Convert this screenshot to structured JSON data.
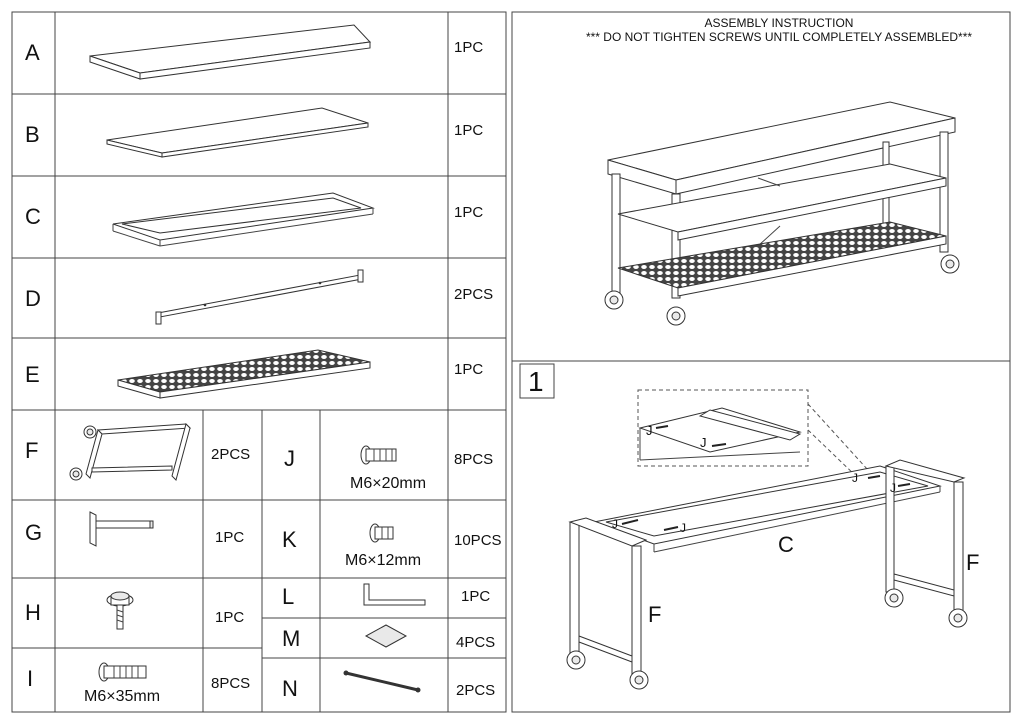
{
  "header": {
    "title": "ASSEMBLY INSTRUCTION",
    "warning": "*** DO NOT TIGHTEN SCREWS UNTIL COMPLETELY ASSEMBLED***"
  },
  "parts": [
    {
      "letter": "A",
      "qty": "1PC"
    },
    {
      "letter": "B",
      "qty": "1PC"
    },
    {
      "letter": "C",
      "qty": "1PC"
    },
    {
      "letter": "D",
      "qty": "2PCS"
    },
    {
      "letter": "E",
      "qty": "1PC"
    },
    {
      "letter": "F",
      "qty": "2PCS"
    },
    {
      "letter": "G",
      "qty": "1PC"
    },
    {
      "letter": "H",
      "qty": "1PC"
    },
    {
      "letter": "I",
      "qty": "8PCS",
      "spec": "M6×35mm"
    },
    {
      "letter": "J",
      "qty": "8PCS",
      "spec": "M6×20mm"
    },
    {
      "letter": "K",
      "qty": "10PCS",
      "spec": "M6×12mm"
    },
    {
      "letter": "L",
      "qty": "1PC"
    },
    {
      "letter": "M",
      "qty": "4PCS"
    },
    {
      "letter": "N",
      "qty": "2PCS"
    }
  ],
  "step1": {
    "number": "1",
    "label_c": "C",
    "label_f_left": "F",
    "label_f_right": "F",
    "label_j": "J"
  },
  "icons": [
    "tabletop-panel",
    "shelf-panel",
    "rectangular-frame",
    "support-bar",
    "mesh-shelf",
    "wheeled-leg-frame",
    "bolt-with-plate",
    "leveling-foot",
    "bolt",
    "allen-key",
    "felt-pad",
    "threaded-rod",
    "assembled-console-table"
  ]
}
